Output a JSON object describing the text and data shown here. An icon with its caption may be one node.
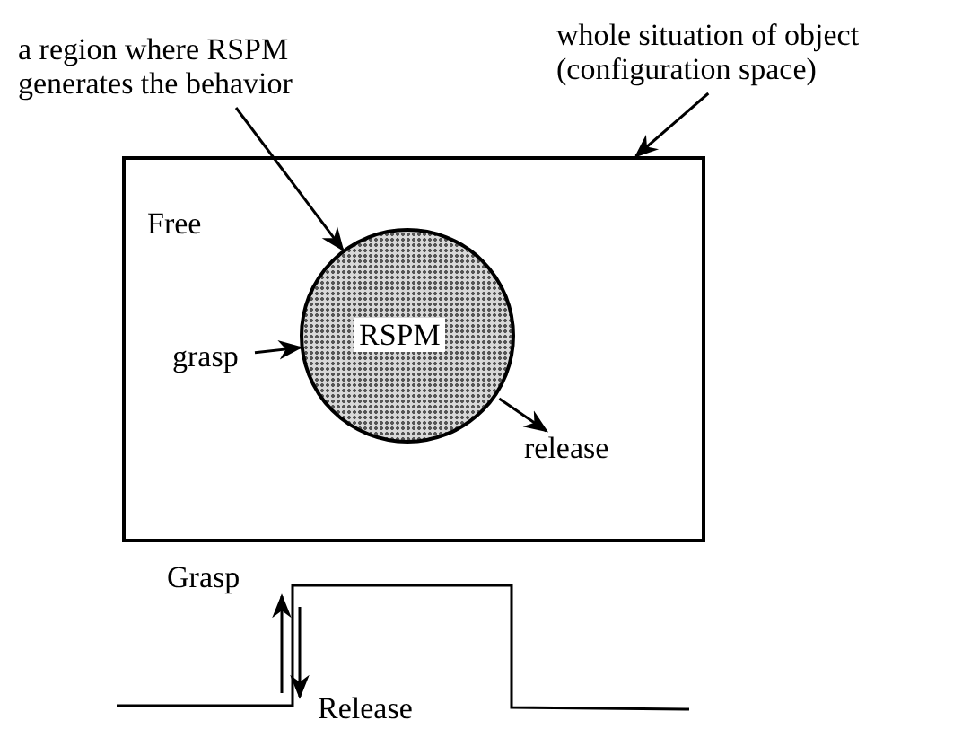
{
  "diagram": {
    "nodes": [
      {
        "text": [
          "a region where RSPM generates the behavior"
        ]
      },
      {
        "text": [
          "whole situation of object (configuration space)"
        ]
      },
      {
        "text": [
          "Free"
        ]
      },
      {
        "text": [
          "RSPM"
        ],
        "in": 2
      },
      {
        "text": [
          "grasp"
        ],
        "in": 2
      },
      {
        "text": [
          "release"
        ],
        "in": 2
      }
    ],
    "edges": [
      {
        "from": 0,
        "to": 3,
        "arrow": "to"
      },
      {
        "from": 1,
        "to": 2,
        "arrow": "to"
      },
      {
        "from": 4,
        "to": 3,
        "arrow": "to"
      },
      {
        "from": 3,
        "to": 5,
        "arrow": "to"
      }
    ],
    "labels": [
      "Grasp",
      "Release"
    ]
  }
}
